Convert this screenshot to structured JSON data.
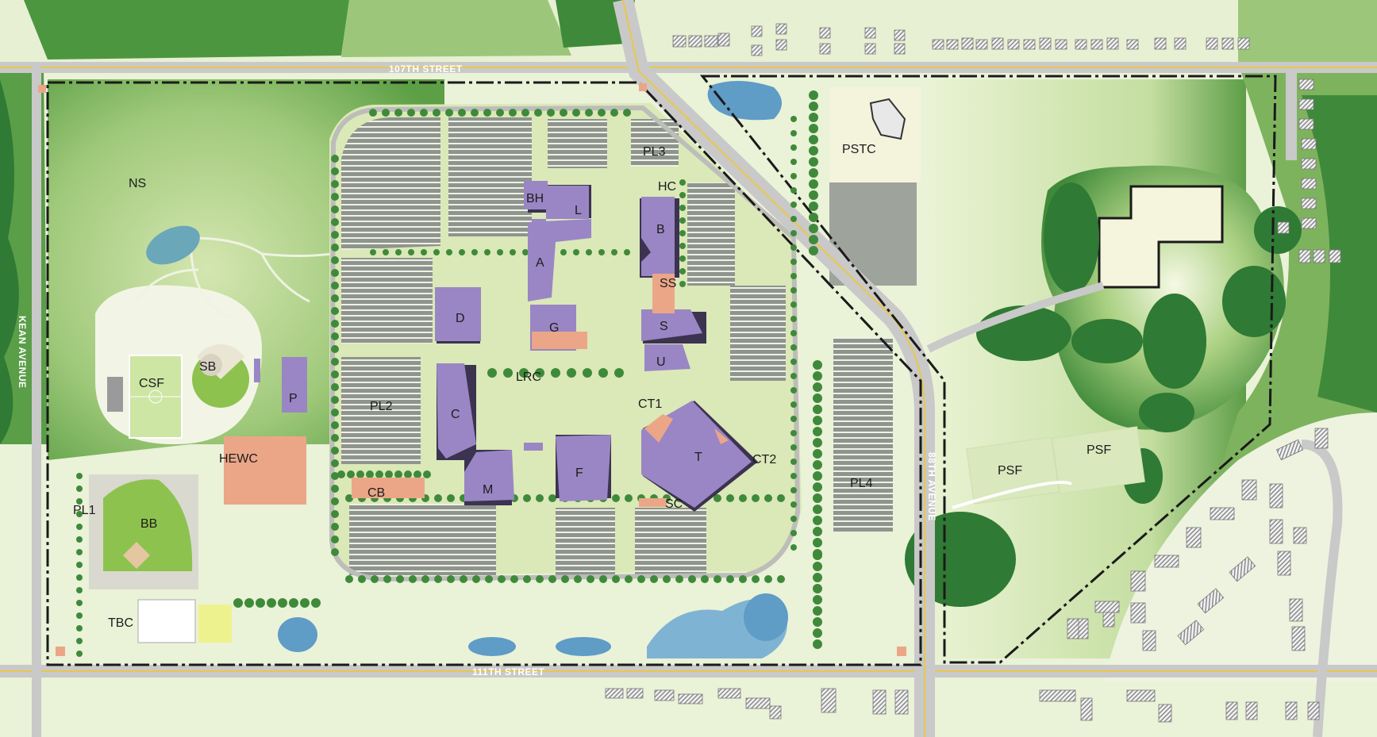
{
  "map": {
    "roads": {
      "north": "107TH STREET",
      "south": "111TH STREET",
      "west": "KEAN AVENUE",
      "east": "88TH AVENUE"
    },
    "zones": {
      "NS": "NS",
      "CSF": "CSF",
      "SB": "SB",
      "P": "P",
      "PL1": "PL1",
      "PL2": "PL2",
      "PL3": "PL3",
      "PL4": "PL4",
      "BB": "BB",
      "TBC": "TBC",
      "HEWC": "HEWC",
      "CB": "CB",
      "PSTC": "PSTC",
      "PSF1": "PSF",
      "PSF2": "PSF"
    },
    "buildings": {
      "BH": "BH",
      "L": "L",
      "HC": "HC",
      "B": "B",
      "A": "A",
      "SS": "SS",
      "D": "D",
      "G": "G",
      "S": "S",
      "U": "U",
      "LRC": "LRC",
      "C": "C",
      "CT1": "CT1",
      "T": "T",
      "CT2": "CT2",
      "M": "M",
      "F": "F",
      "SC": "SC"
    },
    "colors": {
      "building": "#9a86c4",
      "building_shadow": "#3b3350",
      "annex": "#eba688",
      "parking": "#8f948e",
      "lawn": "#dbe8b8",
      "forest": "#2f7a34",
      "water": "#5f9cc6",
      "road": "#bfbfbf",
      "road_stripe": "#e8c84a"
    }
  }
}
